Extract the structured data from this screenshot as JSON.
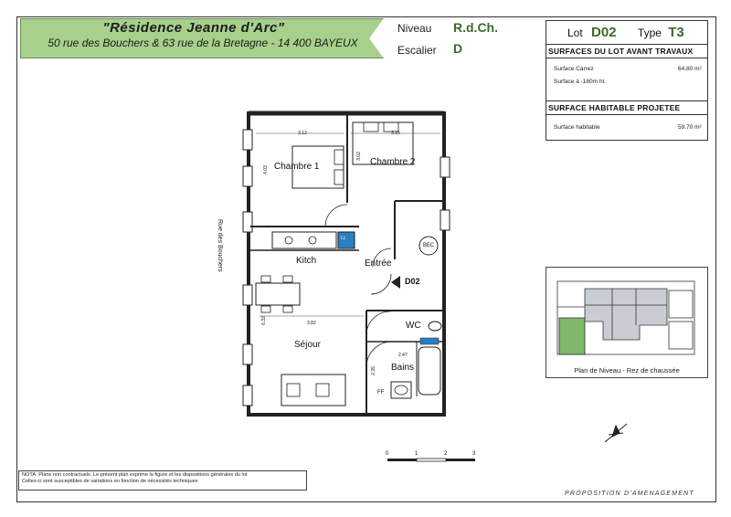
{
  "header": {
    "residence_name": "\"Résidence Jeanne d'Arc\"",
    "address": "50 rue des Bouchers & 63 rue de la Bretagne - 14 400 BAYEUX",
    "level_label": "Niveau",
    "level_value": "R.d.Ch.",
    "stair_label": "Escalier",
    "stair_value": "D"
  },
  "lot": {
    "lot_label": "Lot",
    "lot_value": "D02",
    "type_label": "Type",
    "type_value": "T3",
    "section_before": "SURFACES DU LOT AVANT TRAVAUX",
    "carrez_label": "Surface Carrez",
    "carrez_value": "64.80 m²",
    "below_label": "Surface à -180m ht.",
    "section_projected": "SURFACE HABITABLE PROJETEE",
    "habitable_label": "Surface habitable",
    "habitable_value": "59.70 m²"
  },
  "plan": {
    "street_label": "Rue des Bouchers",
    "rooms": {
      "bedroom1": "Chambre 1",
      "bedroom2": "Chambre 2",
      "kitchen": "Kitch",
      "entry": "Entrée",
      "living": "Séjour",
      "wc": "WC",
      "bath": "Bains",
      "bec": "BEC",
      "ll": "LL",
      "ff": "FF"
    },
    "entrance_lot": "D02",
    "dimensions": {
      "d1": "3.13",
      "d2": "3.15",
      "d3": "4.03",
      "d4": "3.02",
      "d5": "3.82",
      "d6": "6.32",
      "d7": "2.47",
      "d8": "2.35"
    },
    "scale_ticks": [
      "0",
      "1",
      "2",
      "3"
    ]
  },
  "minimap": {
    "caption": "Plan de Niveau - Rez de chaussée",
    "highlight_color": "#7fb86a"
  },
  "footer": {
    "nota_line1": "NOTA: Plans non contractuels. Le présent plan exprime la figure et les dispositions générales du lot",
    "nota_line2": "Celles-ci sont susceptibles de variations en fonction de nécessités techniques",
    "proposition": "PROPOSITION D'AMENAGEMENT"
  },
  "colors": {
    "banner_green": "#a8d08d",
    "accent_green": "#3d6a2b",
    "appliance_blue": "#2a7fc2"
  }
}
